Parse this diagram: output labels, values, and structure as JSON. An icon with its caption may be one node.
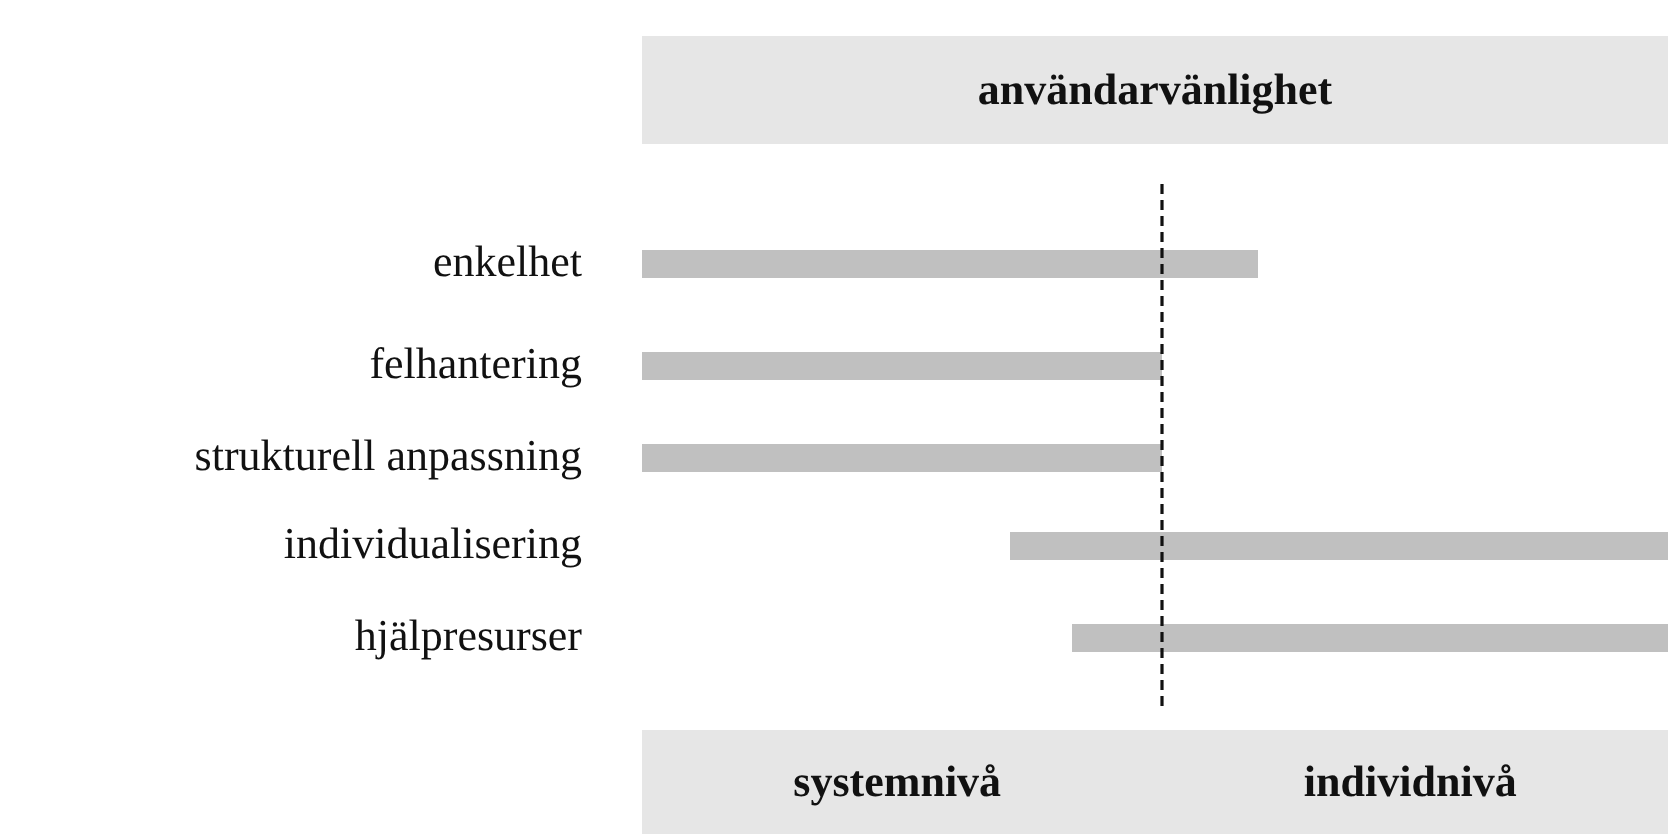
{
  "diagram": {
    "nodes": [
      {
        "text": [
          "användarvänlighet"
        ]
      },
      {
        "text": [
          "systemnivå",
          "individnivå"
        ]
      },
      {
        "text": [],
        "shape": "bar"
      },
      {
        "text": [],
        "shape": "bar"
      },
      {
        "text": [],
        "shape": "bar"
      },
      {
        "text": [],
        "shape": "bar"
      },
      {
        "text": [],
        "shape": "bar"
      }
    ],
    "labels": [
      "enkelhet",
      "felhantering",
      "strukturell anpassning",
      "individualisering",
      "hjälpresurser"
    ]
  }
}
